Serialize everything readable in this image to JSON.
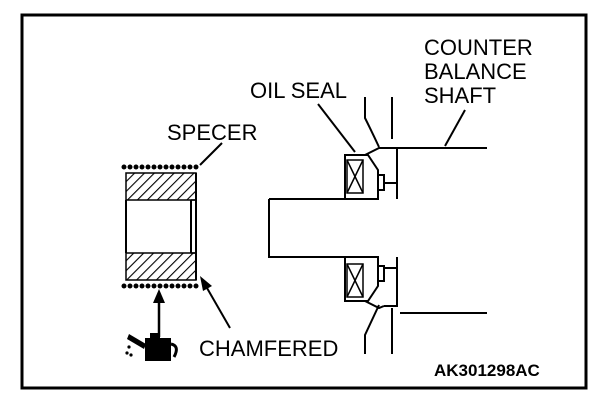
{
  "labels": {
    "counter_balance_shaft": [
      "COUNTER",
      "BALANCE",
      "SHAFT"
    ],
    "oil_seal": "OIL SEAL",
    "spacer": "SPECER",
    "chamfered": "CHAMFERED",
    "figure_code": "AK301298AC"
  },
  "icons": {
    "oil_can": "oil-can-icon"
  },
  "colors": {
    "line": "#000000",
    "background": "#ffffff"
  }
}
